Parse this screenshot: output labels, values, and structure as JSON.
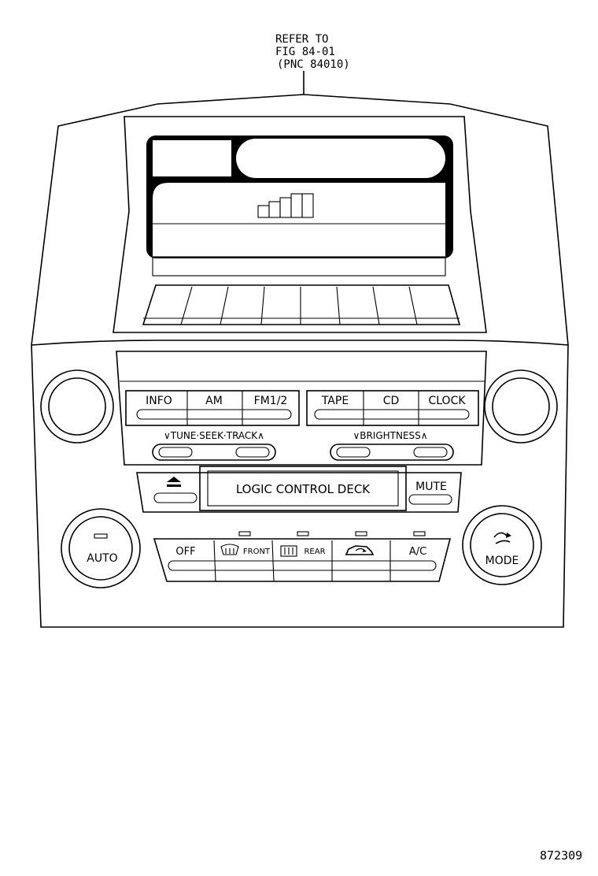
{
  "callout": {
    "line1": "REFER TO",
    "line2": "FIG 84-01",
    "line3": "(PNC 84010)"
  },
  "audio_buttons": {
    "info": "INFO",
    "am": "AM",
    "fm": "FM1/2",
    "tape": "TAPE",
    "cd": "CD",
    "clock": "CLOCK"
  },
  "tune_label": "∨TUNE·SEEK·TRACK∧",
  "brightness_label": "∨BRIGHTNESS∧",
  "display_text": "LOGIC CONTROL DECK",
  "mute_label": "MUTE",
  "climate": {
    "auto": "AUTO",
    "mode": "MODE",
    "off": "OFF",
    "front": "FRONT",
    "rear": "REAR",
    "ac": "A/C"
  },
  "figure_number": "872309"
}
